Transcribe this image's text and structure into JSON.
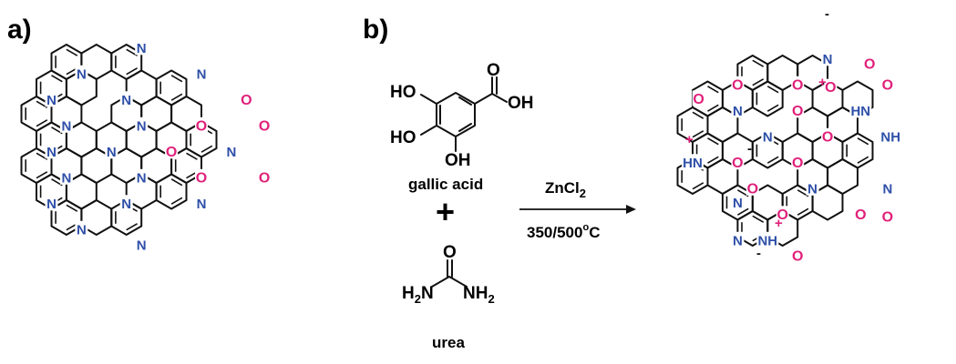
{
  "panels": {
    "a_label": "a)",
    "b_label": "b)"
  },
  "reactants": {
    "gallic_acid": {
      "ho_top": "HO",
      "ho_mid": "HO",
      "oh_bottom": "OH",
      "cooh_o": "O",
      "cooh_oh": "OH",
      "name": "gallic acid"
    },
    "plus_sign": "+",
    "urea": {
      "carbonyl_o": "O",
      "h2n_left": "H",
      "h2n_left_sub": "2",
      "h2n_left_n": "N",
      "nh2_right_n": "NH",
      "nh2_right_sub": "2",
      "name": "urea"
    }
  },
  "reaction": {
    "reagent_main": "ZnCl",
    "reagent_sub": "2",
    "temperature_main": "350/500",
    "temperature_sup": "o",
    "temperature_unit": "C"
  },
  "atom_labels": {
    "N": "N",
    "O": "O",
    "HN": "HN",
    "NH": "NH",
    "H": "H",
    "plus": "+",
    "minus": "-"
  },
  "colors": {
    "nitrogen": "#2e4fa8",
    "oxygen": "#e0207a",
    "bonds": "#111111"
  }
}
